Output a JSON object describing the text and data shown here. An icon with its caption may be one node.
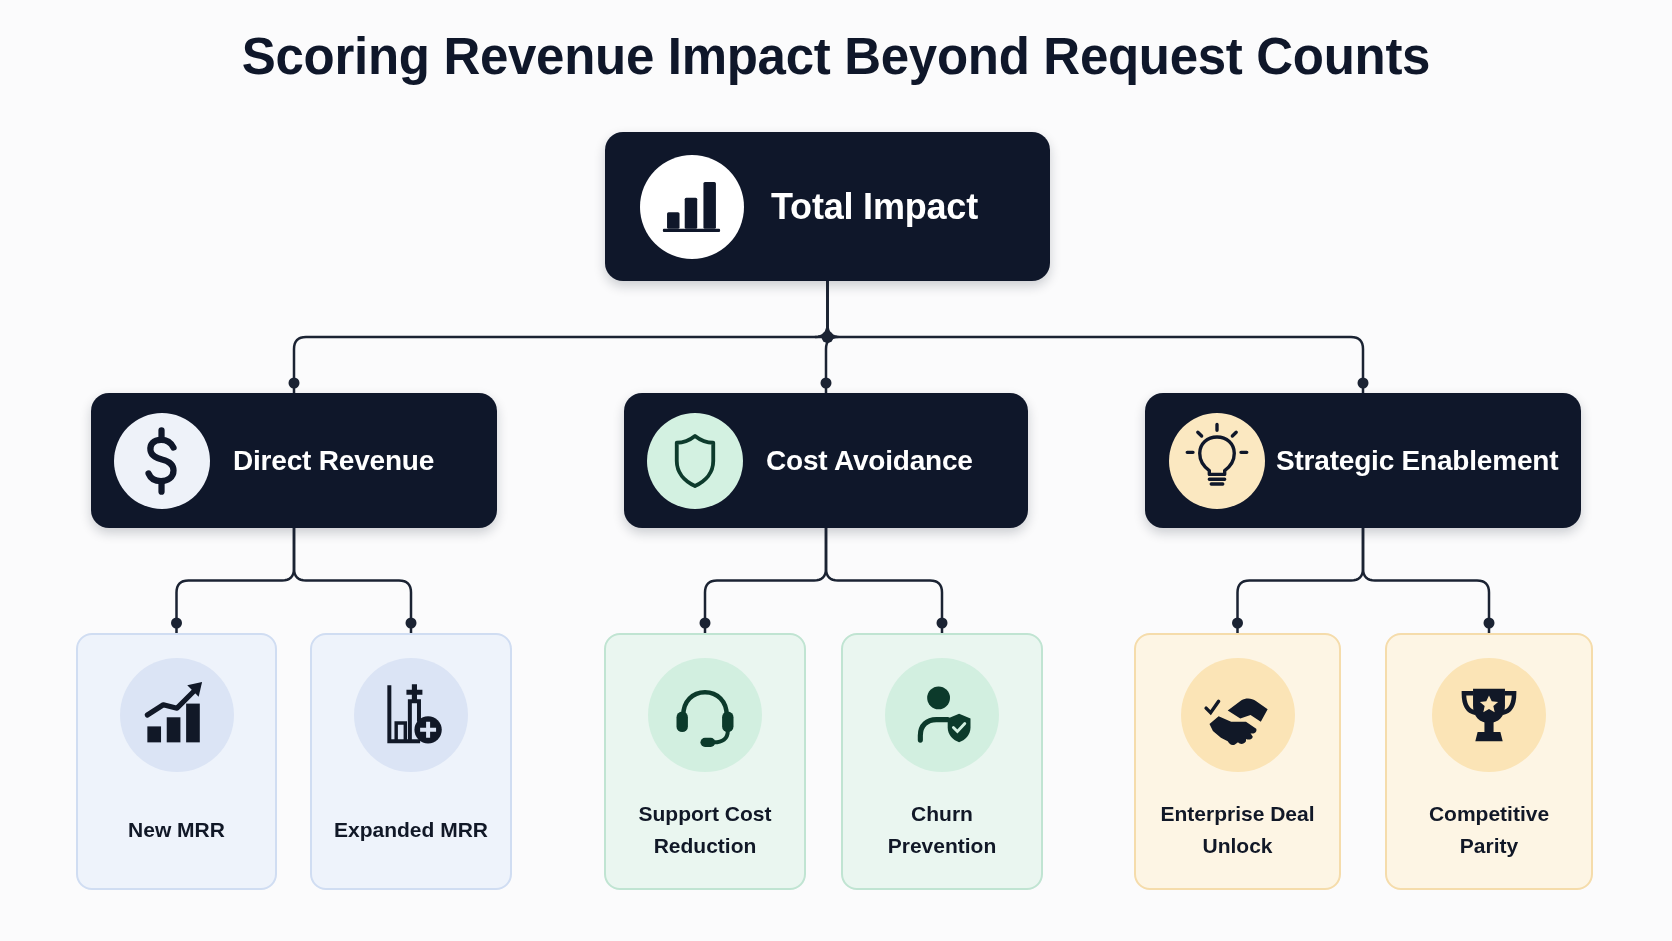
{
  "diagram": {
    "title": "Scoring Revenue Impact Beyond Request Counts",
    "nodes": [
      {
        "text": [
          "Total Impact"
        ]
      },
      {
        "text": [
          "Direct Revenue"
        ]
      },
      {
        "text": [
          "Cost Avoidance"
        ]
      },
      {
        "text": [
          "Strategic Enablement"
        ]
      },
      {
        "text": [
          "New MRR"
        ]
      },
      {
        "text": [
          "Expanded MRR"
        ]
      },
      {
        "text": [
          "Support Cost Reduction"
        ]
      },
      {
        "text": [
          "Churn Prevention"
        ]
      },
      {
        "text": [
          "Enterprise Deal Unlock"
        ]
      },
      {
        "text": [
          "Competitive Parity"
        ]
      }
    ],
    "edges": [
      {
        "from": 0,
        "to": 1,
        "arrow": "other"
      },
      {
        "from": 0,
        "to": 2,
        "arrow": "other"
      },
      {
        "from": 0,
        "to": 3,
        "arrow": "other"
      },
      {
        "from": 1,
        "to": 4,
        "arrow": "other"
      },
      {
        "from": 1,
        "to": 5,
        "arrow": "other"
      },
      {
        "from": 2,
        "to": 6,
        "arrow": "other"
      },
      {
        "from": 2,
        "to": 7,
        "arrow": "other"
      },
      {
        "from": 3,
        "to": 8,
        "arrow": "other"
      },
      {
        "from": 3,
        "to": 9,
        "arrow": "other"
      }
    ]
  }
}
